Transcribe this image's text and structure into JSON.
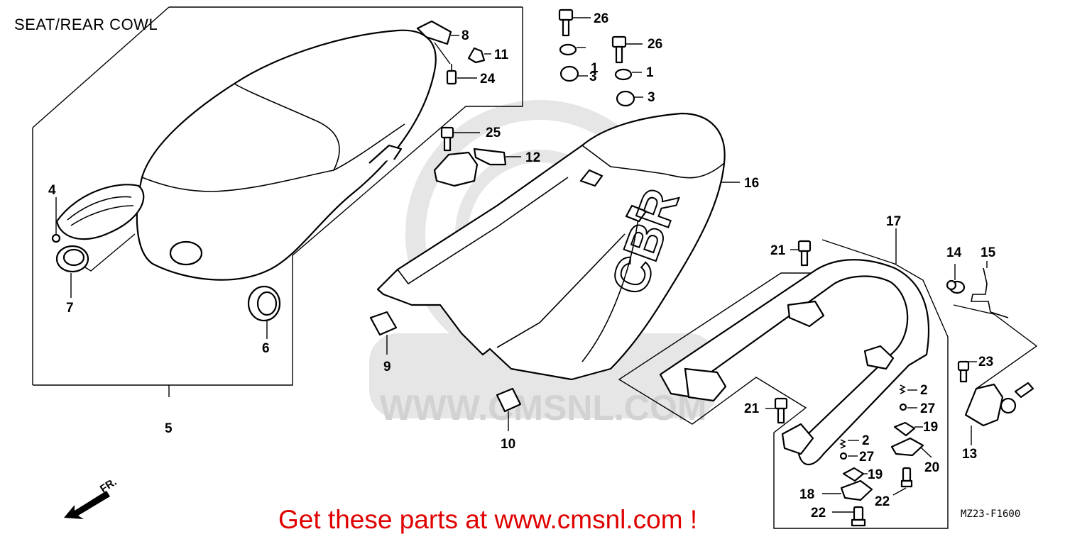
{
  "diagram": {
    "title": "SEAT/REAR COWL",
    "drawing_code": "MZ23-F1600",
    "footer": "Get these parts at www.cmsnl.com !",
    "watermark": "WWW.CMSNL.COM",
    "direction_label": "FR.",
    "cowl_emblem": "CBR",
    "colors": {
      "line": "#000000",
      "footer": "#e00000",
      "watermark": "#e6e6e6"
    },
    "callouts": {
      "c1a": "1",
      "c1b": "1",
      "c2a": "2",
      "c2b": "2",
      "c3a": "3",
      "c3b": "3",
      "c4": "4",
      "c5": "5",
      "c6": "6",
      "c7": "7",
      "c8": "8",
      "c9": "9",
      "c10": "10",
      "c11": "11",
      "c12": "12",
      "c13": "13",
      "c14": "14",
      "c15": "15",
      "c16": "16",
      "c17": "17",
      "c18": "18",
      "c19a": "19",
      "c19b": "19",
      "c20": "20",
      "c21a": "21",
      "c21b": "21",
      "c22a": "22",
      "c22b": "22",
      "c23": "23",
      "c24": "24",
      "c25": "25",
      "c26a": "26",
      "c26b": "26",
      "c27a": "27",
      "c27b": "27"
    }
  }
}
